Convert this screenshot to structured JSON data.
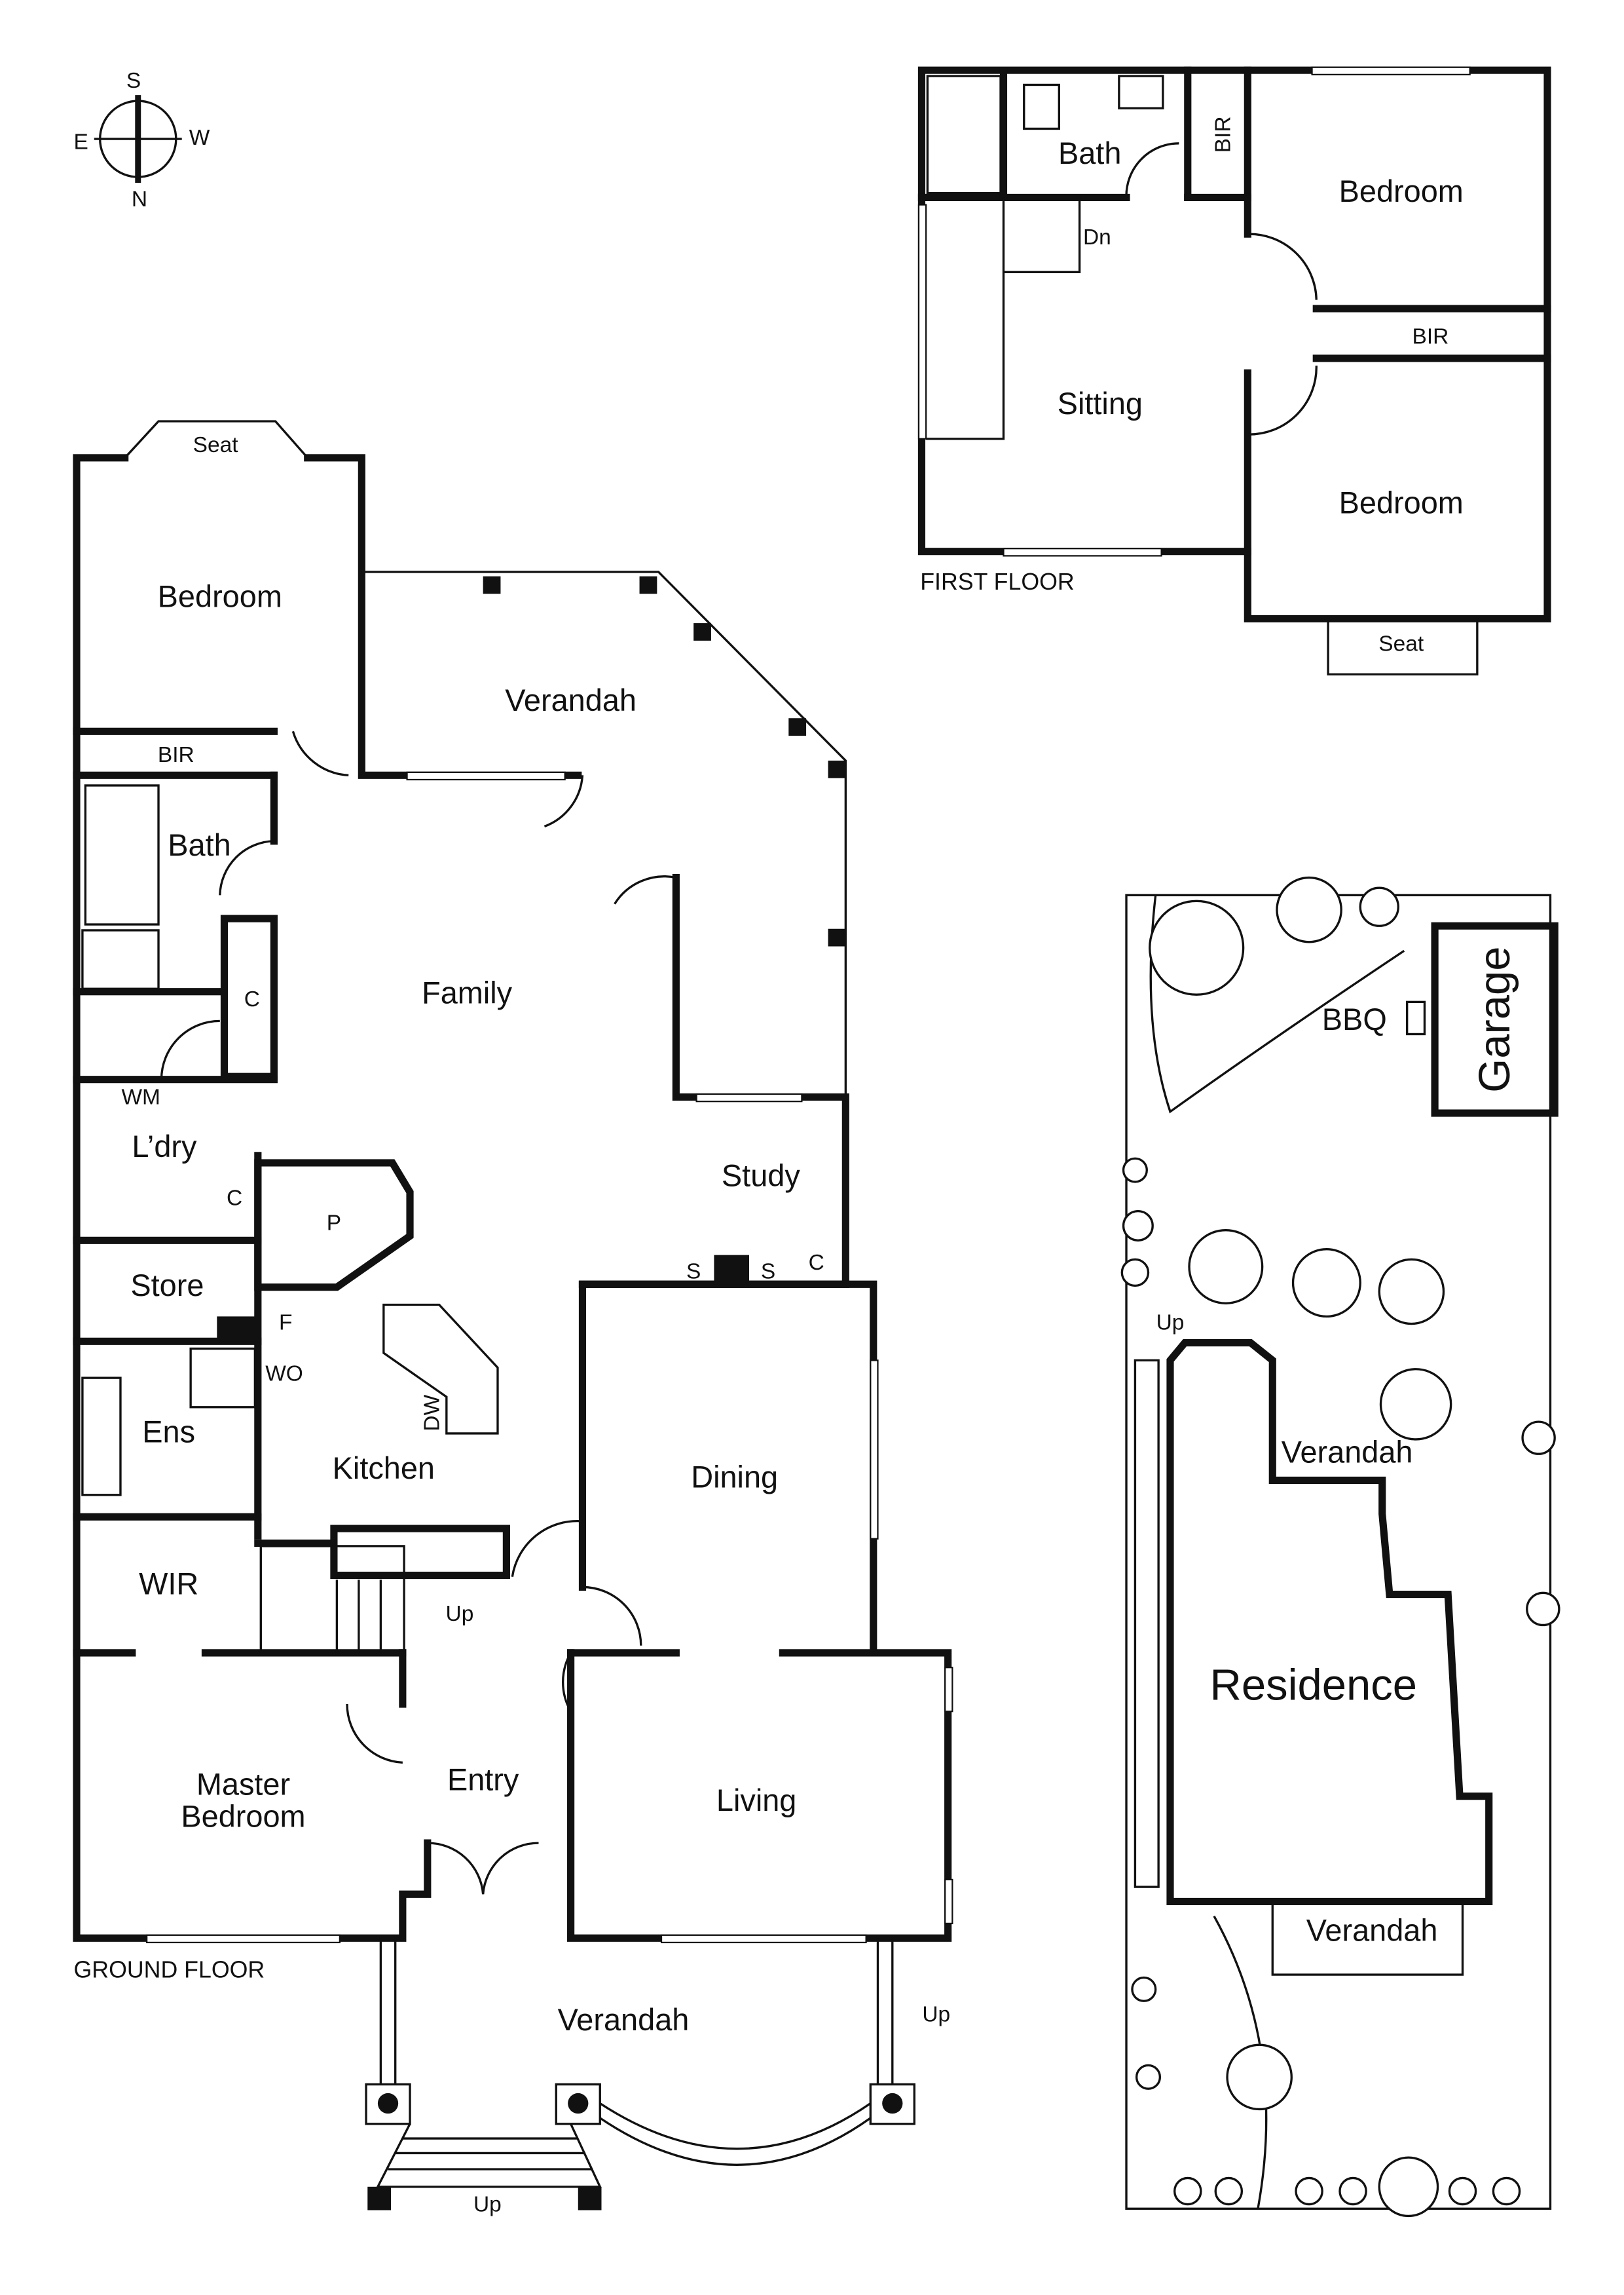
{
  "compass": {
    "s": "S",
    "e": "E",
    "w": "W",
    "n": "N"
  },
  "first_floor": {
    "caption": "FIRST FLOOR",
    "rooms": {
      "bath": "Bath",
      "bir_vertical": "BIR",
      "bedroom_1": "Bedroom",
      "dn": "Dn",
      "bir": "BIR",
      "sitting": "Sitting",
      "bedroom_2": "Bedroom",
      "seat": "Seat"
    }
  },
  "ground_floor": {
    "caption": "GROUND FLOOR",
    "rooms": {
      "seat": "Seat",
      "bedroom": "Bedroom",
      "verandah_rear": "Verandah",
      "bir": "BIR",
      "bath": "Bath",
      "family": "Family",
      "c1": "C",
      "wm": "WM",
      "laundry": "L’dry",
      "c2": "C",
      "pantry": "P",
      "study": "Study",
      "store": "Store",
      "fridge": "F",
      "s1": "S",
      "s2": "S",
      "c3": "C",
      "wo": "WO",
      "ens": "Ens",
      "dw": "DW",
      "kitchen": "Kitchen",
      "dining": "Dining",
      "wir": "WIR",
      "up_stairs": "Up",
      "entry": "Entry",
      "master_1": "Master",
      "master_2": "Bedroom",
      "living": "Living",
      "verandah_front": "Verandah",
      "up_side": "Up",
      "up_front": "Up"
    }
  },
  "site_plan": {
    "bbq": "BBQ",
    "garage": "Garage",
    "up": "Up",
    "verandah_side": "Verandah",
    "residence": "Residence",
    "verandah_front": "Verandah"
  }
}
